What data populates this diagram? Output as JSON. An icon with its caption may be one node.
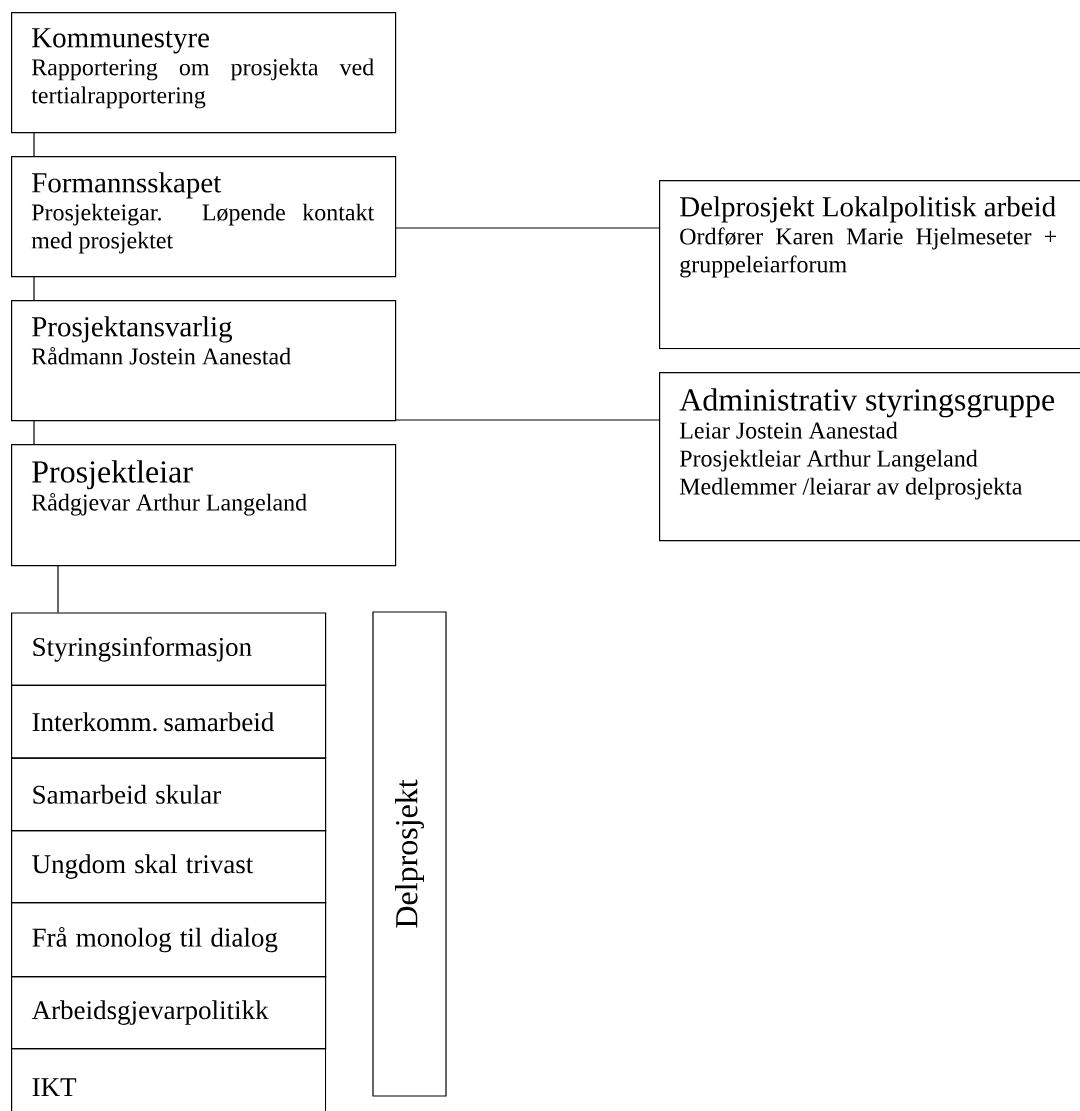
{
  "diagram": {
    "nodes": [
      {
        "text": [
          "Kommunestyre",
          "Rapportering om prosjekta ved tertialrapportering"
        ]
      },
      {
        "text": [
          "Formannsskapet",
          "Prosjekteigar. Løpende kontakt med prosjektet"
        ]
      },
      {
        "text": [
          "Prosjektansvarlig",
          "Rådmann Jostein Aanestad"
        ]
      },
      {
        "text": [
          "Prosjektleiar",
          "Rådgjevar Arthur Langeland"
        ]
      },
      {
        "text": [
          "Delprosjekt Lokalpolitisk arbeid",
          "Ordfører Karen Marie Hjelmeseter + gruppeleiarforum"
        ]
      },
      {
        "text": [
          "Administrativ styringsgruppe",
          "Leiar Jostein Aanestad",
          "Prosjektleiar Arthur Langeland",
          "Medlemmer /leiarar av delprosjekta"
        ]
      },
      {
        "text": [
          "Styringsinformasjon"
        ]
      },
      {
        "text": [
          "Interkomm. samarbeid"
        ]
      },
      {
        "text": [
          "Samarbeid skular"
        ]
      },
      {
        "text": [
          "Ungdom skal trivast"
        ]
      },
      {
        "text": [
          "Frå monolog til dialog"
        ]
      },
      {
        "text": [
          "Arbeidsgjevarpolitikk"
        ]
      },
      {
        "text": [
          "IKT"
        ]
      },
      {
        "text": [
          "Delprosjekt"
        ]
      }
    ],
    "edges": [
      {
        "from": 0,
        "to": 1,
        "arrow": "none"
      },
      {
        "from": 1,
        "to": 2,
        "arrow": "none"
      },
      {
        "from": 2,
        "to": 3,
        "arrow": "none"
      },
      {
        "from": 1,
        "to": 4,
        "arrow": "none"
      },
      {
        "from": 2,
        "to": 5,
        "arrow": "none"
      },
      {
        "from": 3,
        "to": 6,
        "arrow": "none"
      }
    ]
  }
}
